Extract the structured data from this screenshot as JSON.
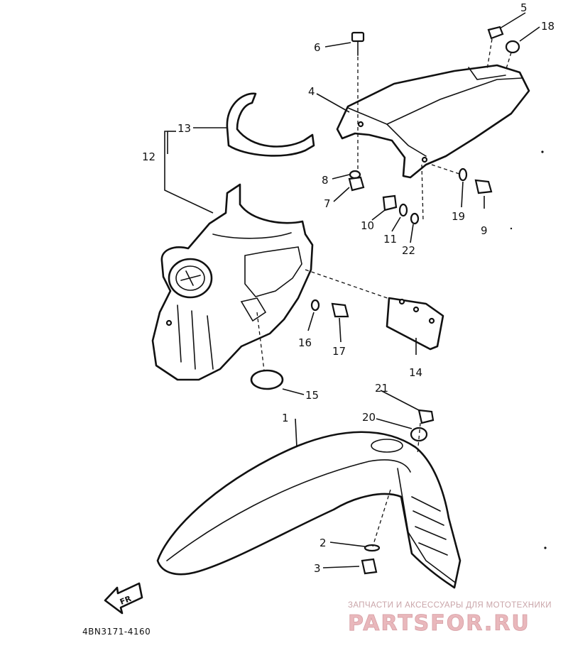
{
  "diagram": {
    "callouts": [
      "1",
      "2",
      "3",
      "4",
      "5",
      "6",
      "7",
      "8",
      "9",
      "10",
      "11",
      "12",
      "13",
      "14",
      "15",
      "16",
      "17",
      "18",
      "19",
      "20",
      "21",
      "22"
    ],
    "front_arrow_label": "FR",
    "catalog_code": "4BN3171-4160"
  },
  "watermark": {
    "tagline": "ЗАПЧАСТИ И АКСЕССУАРЫ ДЛЯ МОТОТЕХНИКИ",
    "brand": "PARTSFOR.RU",
    "colors": {
      "text": "#e9b8bc",
      "outline": "#d69da3"
    }
  }
}
